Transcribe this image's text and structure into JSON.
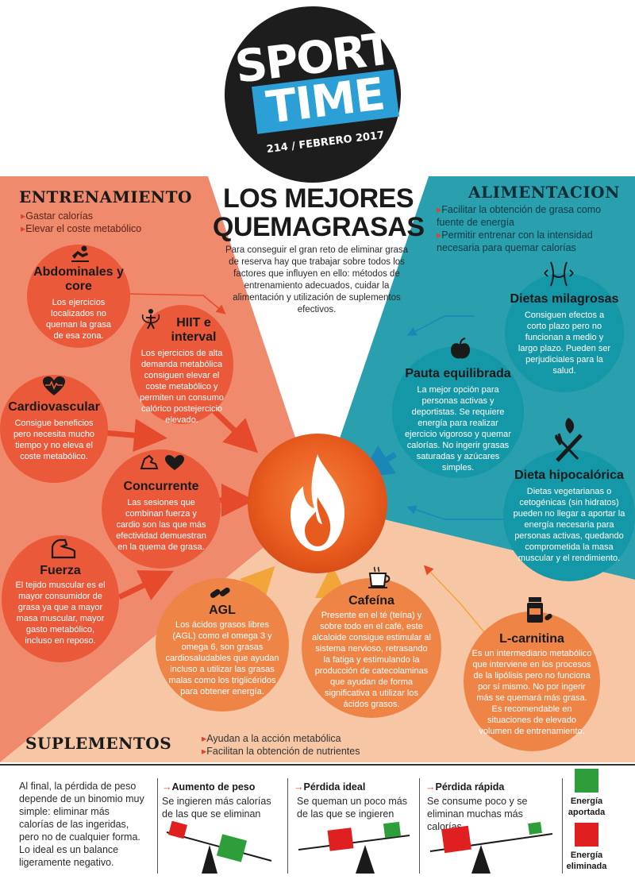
{
  "masthead": {
    "line1": "SPORT",
    "line2": "TIME",
    "issue": "214 / FEBRERO 2017"
  },
  "title": "LOS MEJORES QUEMAGRASAS",
  "intro": "Para conseguir el gran reto de eliminar grasa de reserva hay que trabajar sobre todos los factores que influyen en ello: métodos de entrenamiento adecuados, cuidar la alimentación y utilización de suplementos efectivos.",
  "entrenamiento": {
    "heading": "ENTRENAMIENTO",
    "bullets": [
      "Gastar calorías",
      "Elevar el coste metabólico"
    ],
    "items": [
      {
        "title": "Abdominales y core",
        "text": "Los ejercicios localizados no queman la grasa de esa zona.",
        "icon": "abs-icon"
      },
      {
        "title": "HIIT e interval",
        "text": "Los ejercicios de alta demanda metabólica consiguen elevar el coste metabólico y permiten un consumo calórico postejercicio elevado.",
        "icon": "jump-rope-icon"
      },
      {
        "title": "Cardiovascular",
        "text": "Consigue beneficios pero necesita mucho tiempo y no eleva el coste metabólico.",
        "icon": "heart-pulse-icon"
      },
      {
        "title": "Concurrente",
        "text": "Las sesiones que combinan fuerza y cardio son las que más efectividad demuestran en la quema de grasa.",
        "icon": "arm-heart-icon"
      },
      {
        "title": "Fuerza",
        "text": "El tejido muscular es el mayor consumidor de grasa ya que a mayor masa muscular, mayor gasto metabólico, incluso en reposo.",
        "icon": "bicep-icon"
      }
    ]
  },
  "alimentacion": {
    "heading": "ALIMENTACION",
    "bullets": [
      "Facilitar la obtención de grasa como fuente de energía",
      "Permitir entrenar con la intensidad necesaria para quemar calorías"
    ],
    "items": [
      {
        "title": "Dietas milagrosas",
        "text": "Consiguen efectos a corto plazo pero no funcionan a medio y largo plazo. Pueden ser perjudiciales para la salud.",
        "icon": "waist-icon"
      },
      {
        "title": "Pauta equilibrada",
        "text": "La mejor opción para personas activas y deportistas. Se requiere energía para realizar ejercicio vigoroso y quemar calorías. No ingerir grasas saturadas y azúcares simples.",
        "icon": "apple-icon"
      },
      {
        "title": "Dieta hipocalórica",
        "text": "Dietas vegetarianas o cetogénicas (sin hidratos) pueden no llegar a aportar la energía necesaria para personas activas, quedando comprometida la masa muscular y el rendimiento.",
        "icon": "cutlery-icon"
      }
    ]
  },
  "suplementos": {
    "heading": "SUPLEMENTOS",
    "bullets": [
      "Ayudan a la acción metabólica",
      "Facilitan la obtención de nutrientes"
    ],
    "items": [
      {
        "title": "AGL",
        "text": "Los ácidos grasos libres (AGL) como el omega 3 y omega 6, son grasas cardiosaludables que ayudan incluso a utilizar las grasas malas como los triglicéridos para obtener energía.",
        "icon": "capsules-icon"
      },
      {
        "title": "Cafeína",
        "text": "Presente en el té (teína) y sobre todo en el café, este alcaloide consigue estimular al sistema nervioso, retrasando la fatiga y estimulando la producción de catecolaminas que ayudan de forma significativa a utilizar los ácidos grasos.",
        "icon": "coffee-icon"
      },
      {
        "title": "L-carnitina",
        "text": "Es un intermediario metabólico que interviene en los procesos de la lipólisis pero no funciona por sí mismo. No por ingerir más se quemará más grasa. Es recomendable en situaciones de elevado volumen de entrenamiento.",
        "icon": "pill-bottle-icon"
      }
    ]
  },
  "bottom": {
    "intro": "Al final, la pérdida de peso depende de un binomio muy simple: eliminar más calorías de las ingeridas, pero no de cualquier forma. Lo ideal es un balance ligeramente negativo.",
    "columns": [
      {
        "arrow": "→",
        "title": "Aumento de peso",
        "text": "Se ingieren más calorías de las que se eliminan"
      },
      {
        "arrow": "→",
        "title": "Pérdida ideal",
        "text": "Se queman un poco más de las que se ingieren"
      },
      {
        "arrow": "→",
        "title": "Pérdida rápida",
        "text": "Se consume poco y se eliminan muchas más calorías"
      }
    ],
    "legend": [
      {
        "label": "Energía aportada",
        "color": "#2e9e3a"
      },
      {
        "label": "Energía eliminada",
        "color": "#e02020"
      }
    ]
  },
  "colors": {
    "training_bg": "#f08a6c",
    "food_bg": "#2a9fae",
    "supplements_bg": "#f6c8a6",
    "accent": "#e0442a"
  }
}
